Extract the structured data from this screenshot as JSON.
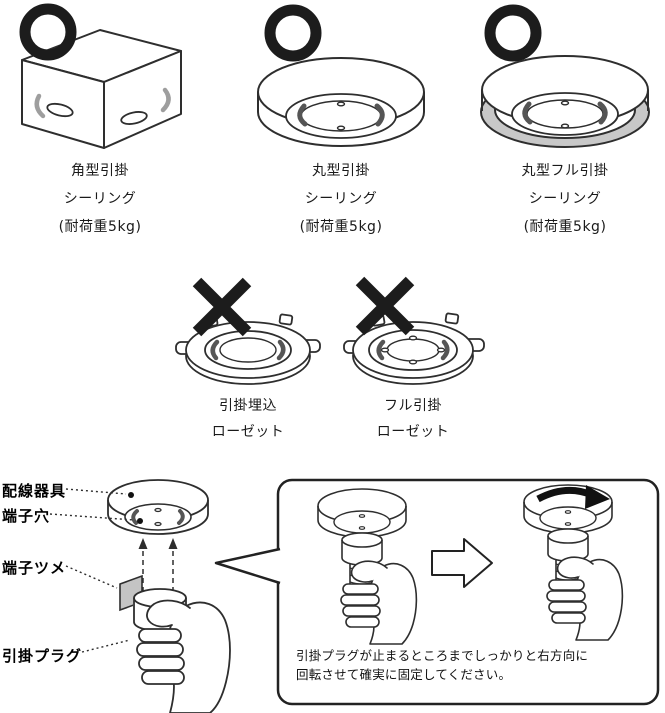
{
  "colors": {
    "line": "#2e2e2e",
    "mark": "#1c1c1c",
    "flange_gray": "#c8c8c8",
    "claw_gray": "#c4c4c4"
  },
  "compatible": {
    "mark": "ok-circle",
    "items": [
      {
        "name_line1": "角型引掛",
        "name_line2": "シーリング",
        "capacity": "(耐荷重5kg)"
      },
      {
        "name_line1": "丸型引掛",
        "name_line2": "シーリング",
        "capacity": "(耐荷重5kg)"
      },
      {
        "name_line1": "丸型フル引掛",
        "name_line2": "シーリング",
        "capacity": "(耐荷重5kg)"
      }
    ]
  },
  "incompatible": {
    "mark": "ng-cross",
    "items": [
      {
        "name_line1": "引掛埋込",
        "name_line2": "ローゼット"
      },
      {
        "name_line1": "フル引掛",
        "name_line2": "ローゼット"
      }
    ]
  },
  "installation": {
    "part_labels": [
      {
        "label": "配線器具"
      },
      {
        "label": "端子穴"
      },
      {
        "label": "端子ツメ"
      },
      {
        "label": "引掛プラグ"
      }
    ],
    "instruction": {
      "line1": "引掛プラグが止まるところまでしっかりと右方向に",
      "line2": "回転させて確実に固定してください。"
    }
  }
}
